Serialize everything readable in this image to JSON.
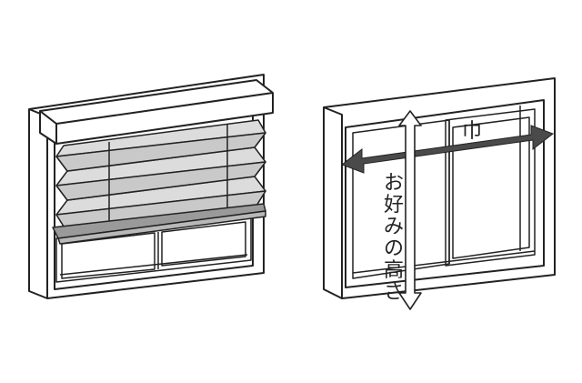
{
  "labels": {
    "width": "巾",
    "height_chars": [
      "お",
      "好",
      "み",
      "の",
      "高",
      "さ"
    ]
  },
  "colors": {
    "line": "#222222",
    "shade_fill": "#dcdcdc",
    "shade_dark": "#b8b8b8",
    "shade_bar": "#9a9a9a",
    "width_arrow": "#4a4a4a",
    "background": "#ffffff"
  },
  "icons": {
    "width_arrow": "double-arrow-horizontal",
    "height_arrow": "double-arrow-vertical"
  }
}
